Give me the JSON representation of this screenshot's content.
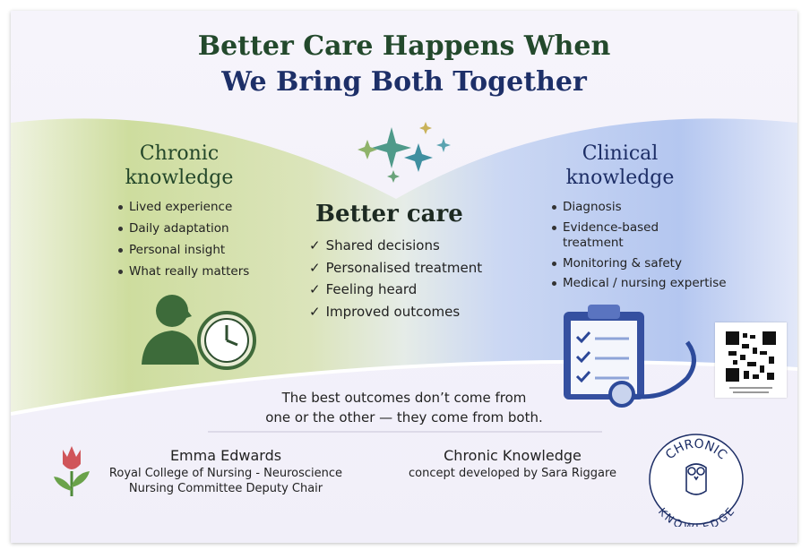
{
  "title": {
    "line1": "Better Care Happens When",
    "line2": "We Bring Both Together"
  },
  "colors": {
    "green": "#24472a",
    "navy": "#1d2e66",
    "green_wash": "#c9d98f",
    "blue_wash": "#aec3ef"
  },
  "left": {
    "heading_line1": "Chronic",
    "heading_line2": "knowledge",
    "items": [
      "Lived experience",
      "Daily adaptation",
      "Personal insight",
      "What really matters"
    ],
    "icons": [
      "person-silhouette-icon",
      "clock-icon"
    ]
  },
  "center": {
    "heading": "Better care",
    "items": [
      "Shared decisions",
      "Personalised treatment",
      "Feeling heard",
      "Improved outcomes"
    ],
    "check": "✓",
    "icons": [
      "sparkles-icon"
    ]
  },
  "right": {
    "heading_line1": "Clinical",
    "heading_line2": "knowledge",
    "items": [
      "Diagnosis",
      "Evidence-based treatment",
      "Monitoring & safety",
      "Medical / nursing expertise"
    ],
    "item2_line1": "Evidence-based",
    "item2_line2": "treatment",
    "icons": [
      "clipboard-icon",
      "stethoscope-icon",
      "qr-code-icon"
    ]
  },
  "quote": {
    "line1": "The best outcomes don’t come from",
    "line2": "one or the other — they come from both."
  },
  "footer": {
    "left": {
      "name": "Emma Edwards",
      "line1": "Royal College of Nursing - Neuroscience",
      "line2": "Nursing Committee Deputy Chair",
      "icon": "tulip-icon"
    },
    "center": {
      "name": "Chronic Knowledge",
      "line1": "concept developed by Sara Riggare"
    },
    "logo": {
      "top": "CHRONIC",
      "bottom": "KNOWLEDGE",
      "icon": "owl-logo-icon"
    }
  }
}
